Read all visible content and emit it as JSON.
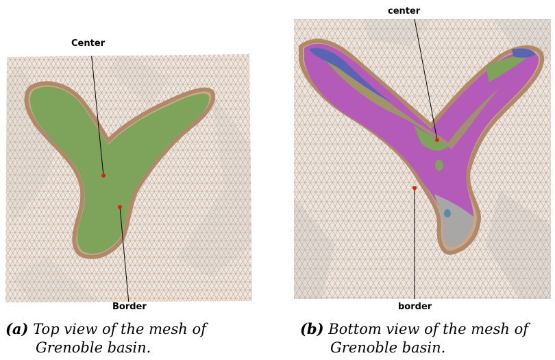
{
  "panels": [
    {
      "id": "a",
      "annotations": {
        "center": "Center",
        "border": "Border"
      },
      "caption": {
        "tag": "(a)",
        "line1": "Top view of the mesh of",
        "line2": "Grenoble basin."
      }
    },
    {
      "id": "b",
      "annotations": {
        "center": "center",
        "border": "border"
      },
      "caption": {
        "tag": "(b)",
        "line1": "Bottom view of the mesh of",
        "line2": "Grenoble basin."
      }
    }
  ],
  "colors": {
    "background_mesh": "#e9e6e4",
    "mesh_lines": "#c08a5e",
    "basin_green": "#7ea35a",
    "basin_magenta": "#b45ab8",
    "basin_blue": "#5a64b4",
    "basin_olive": "#a0956a",
    "marker_red": "#e02010"
  },
  "icons": {
    "marker": "red-dot-marker"
  }
}
